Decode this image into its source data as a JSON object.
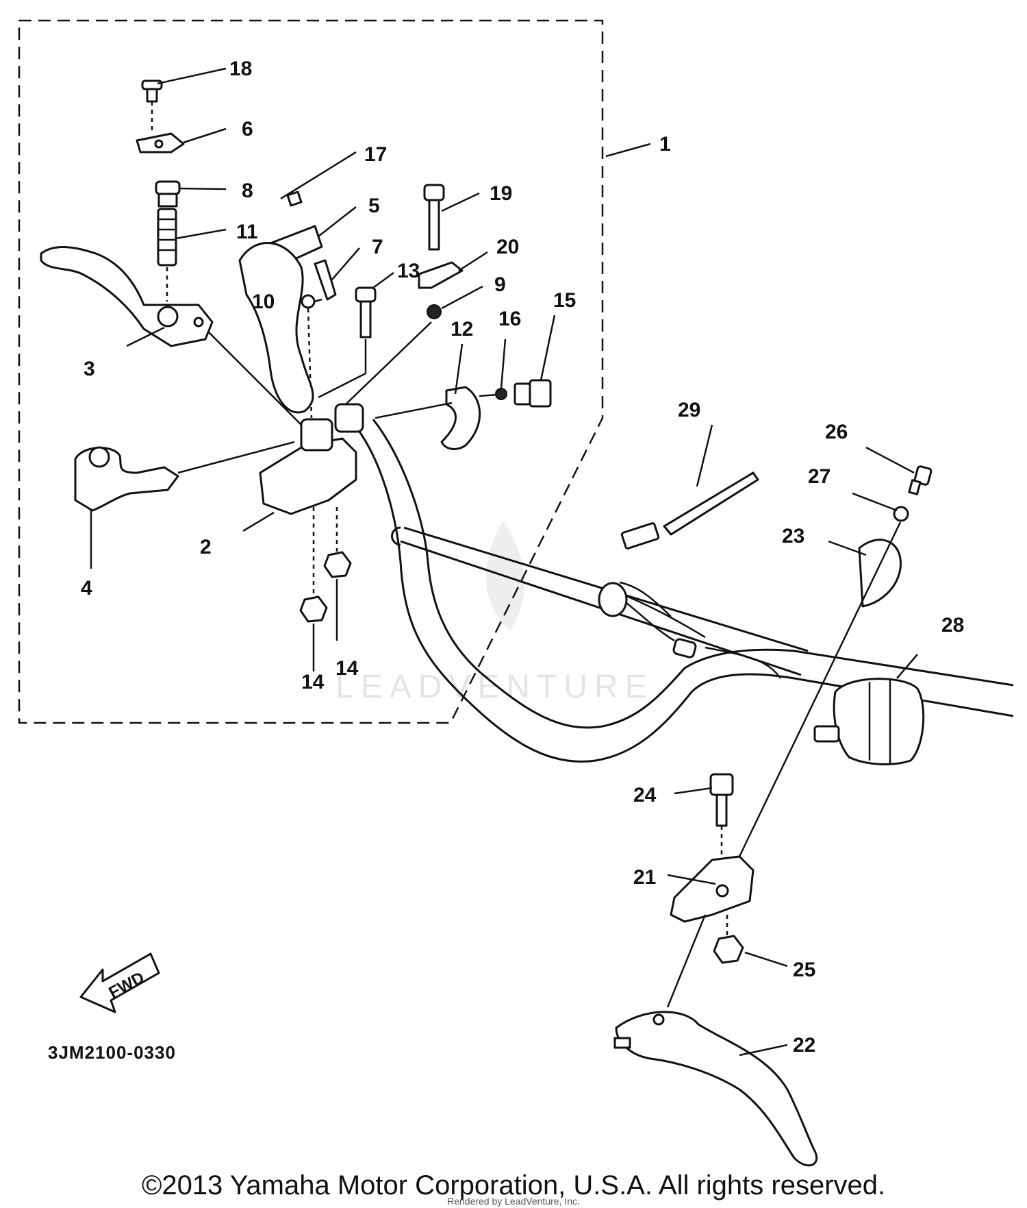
{
  "callouts": {
    "c1": "1",
    "c2": "2",
    "c3": "3",
    "c4": "4",
    "c5": "5",
    "c6": "6",
    "c7": "7",
    "c8": "8",
    "c9": "9",
    "c10": "10",
    "c11": "11",
    "c12": "12",
    "c13": "13",
    "c14a": "14",
    "c14b": "14",
    "c15": "15",
    "c16": "16",
    "c17": "17",
    "c18": "18",
    "c19": "19",
    "c20": "20",
    "c21": "21",
    "c22": "22",
    "c23": "23",
    "c24": "24",
    "c25": "25",
    "c26": "26",
    "c27": "27",
    "c28": "28",
    "c29": "29"
  },
  "diagram_code": "3JM2100-0330",
  "fwd_label": "FWD",
  "watermark": "LEADVENTURE",
  "copyright": "©2013 Yamaha Motor Corporation, U.S.A. All rights reserved.",
  "rendered_by": "Rendered by LeadVenture, Inc."
}
